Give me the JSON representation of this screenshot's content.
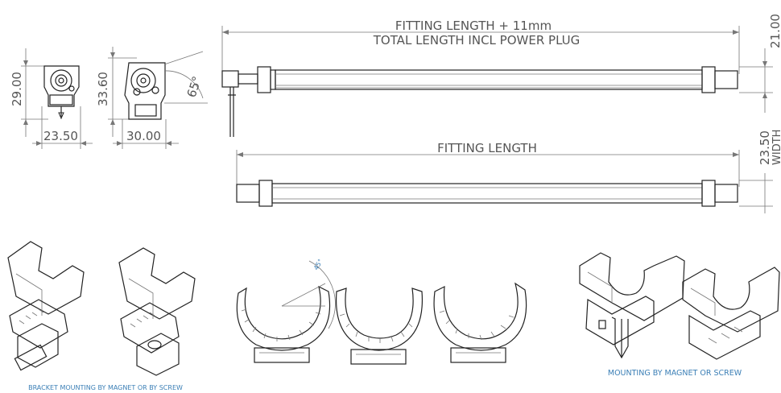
{
  "dimensions": {
    "fitting_length_plus": "FITTING LENGTH + 11mm",
    "total_length": "TOTAL LENGTH INCL POWER PLUG",
    "fitting_length": "FITTING LENGTH",
    "height_21": "21.00",
    "width_value": "23.50",
    "width_label": "WIDTH",
    "clip1_height": "29.00",
    "clip1_width": "23.50",
    "clip2_height": "33.60",
    "clip2_width": "30.00",
    "angle": "65°",
    "rotation_angle": "45°"
  },
  "captions": {
    "bracket": "BRACKET MOUNTING BY MAGNET OR BY SCREW",
    "mounting": "MOUNTING BY MAGNET OR SCREW"
  },
  "colors": {
    "caption": "#3b7fb6",
    "line": "#222222",
    "dim_text": "#555555"
  }
}
